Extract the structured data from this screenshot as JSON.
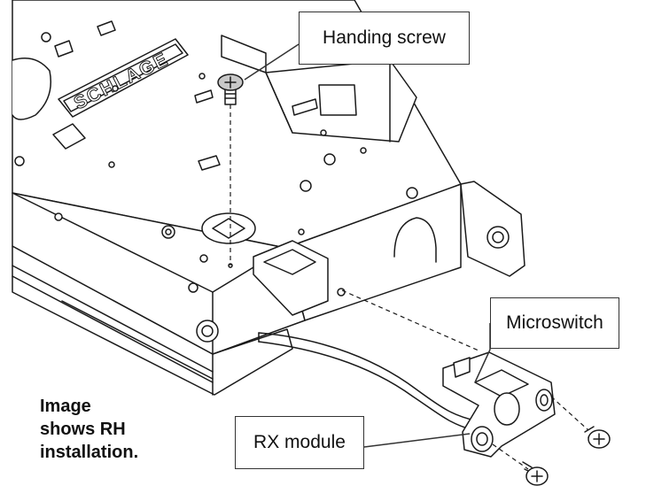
{
  "callouts": {
    "handing_screw": "Handing screw",
    "microswitch": "Microswitch",
    "rx_module": "RX module"
  },
  "note": {
    "lines": [
      "Image",
      "shows RH",
      "installation."
    ]
  },
  "brand_logo": "SCHLAGE",
  "colors": {
    "line": "#1a1a1a",
    "fill": "#ffffff",
    "screw_fill": "#c8c8c8"
  }
}
